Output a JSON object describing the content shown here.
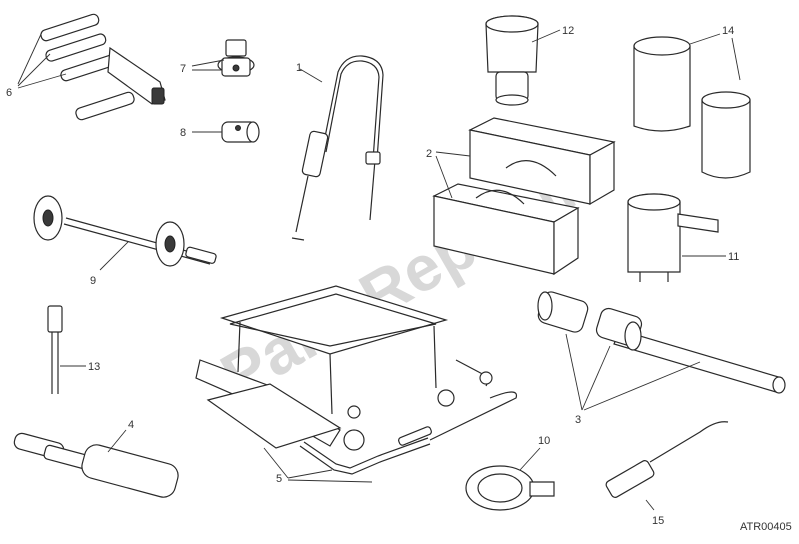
{
  "diagram": {
    "drawing_code": "ATR00405",
    "watermark": "PartsRepublik",
    "callouts": [
      "1",
      "2",
      "3",
      "4",
      "5",
      "6",
      "7",
      "8",
      "9",
      "10",
      "11",
      "12",
      "13",
      "14",
      "15"
    ]
  }
}
